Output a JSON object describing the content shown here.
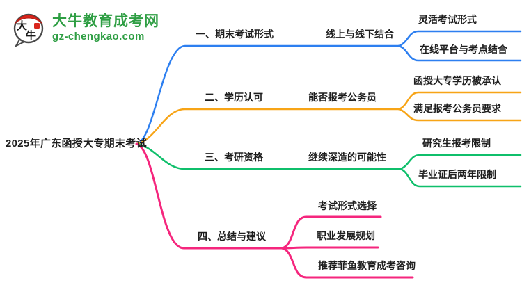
{
  "logo": {
    "site_name": "大牛教育成考网",
    "site_url": "gz-chengkao.com",
    "mark_char1": "大",
    "mark_char2": "牛",
    "brand_green": "#2e9e43",
    "accent_red": "#d9251c"
  },
  "root": {
    "label": "2025年广东函授大专期末考试"
  },
  "branches": [
    {
      "color": "#2d7ff0",
      "level1": "一、期末考试形式",
      "level2": "线上与线下结合",
      "leaves": [
        "灵活考试形式",
        "在线平台与考点结合"
      ]
    },
    {
      "color": "#f7a416",
      "level1": "二、学历认可",
      "level2": "能否报考公务员",
      "leaves": [
        "函授大专学历被承认",
        "满足报考公务员要求"
      ]
    },
    {
      "color": "#0fbf6b",
      "level1": "三、考研资格",
      "level2": "继续深造的可能性",
      "leaves": [
        "研究生报考限制",
        "毕业证后两年限制"
      ]
    },
    {
      "color": "#f5267d",
      "level1": "四、总结与建议",
      "level2": "",
      "leaves": [
        "考试形式选择",
        "职业发展规划",
        "推荐菲鱼教育成考咨询"
      ]
    }
  ]
}
